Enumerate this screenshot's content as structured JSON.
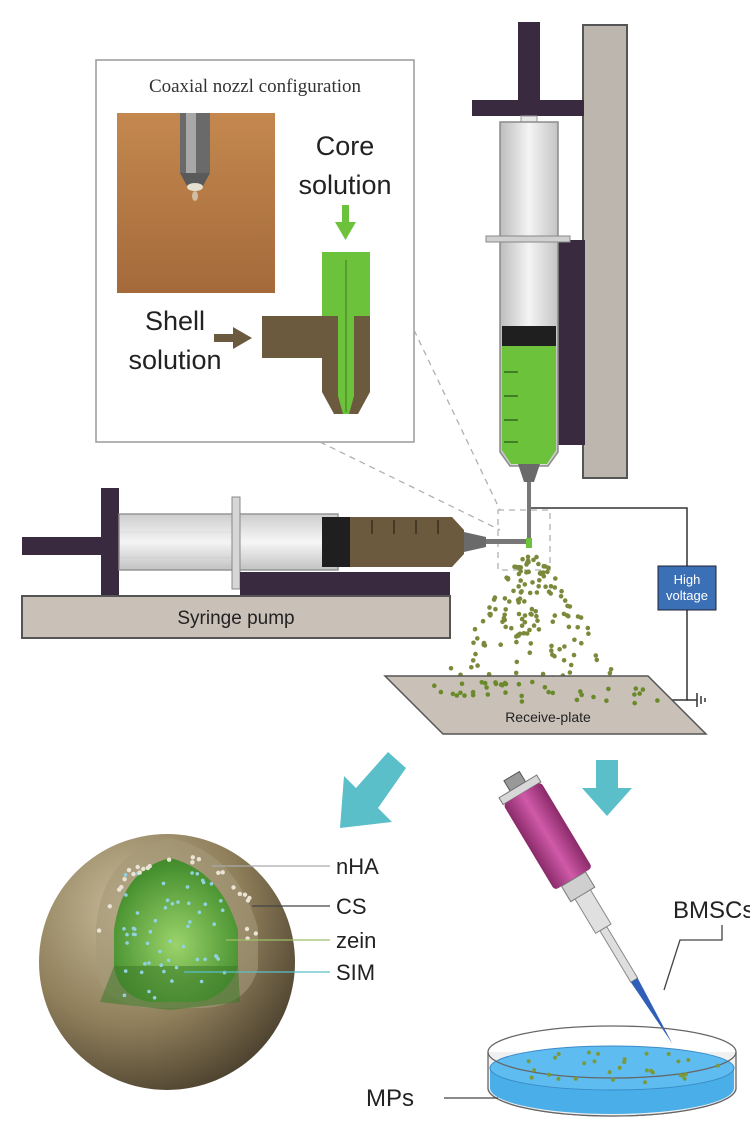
{
  "inset": {
    "title": "Coaxial nozzl configuration",
    "core_label_line1": "Core",
    "core_label_line2": "solution",
    "shell_label_line1": "Shell",
    "shell_label_line2": "solution"
  },
  "equipment": {
    "pump_label": "Syringe pump",
    "voltage_line1": "High",
    "voltage_line2": "voltage",
    "plate_label": "Receive-plate"
  },
  "particle_layers": [
    "nHA",
    "CS",
    "zein",
    "SIM"
  ],
  "cells_label": "BMSCs",
  "dish_label": "MPs",
  "colors": {
    "core_green": "#6cc23a",
    "shell_brown": "#6b5a3e",
    "arrow_cyan": "#5bbfc9",
    "pipette_magenta": "#b03a8a",
    "medium_blue": "#4aaee8",
    "voltage_blue": "#3b6fb6"
  },
  "icons": [
    "arrow-down-icon",
    "ground-icon"
  ]
}
